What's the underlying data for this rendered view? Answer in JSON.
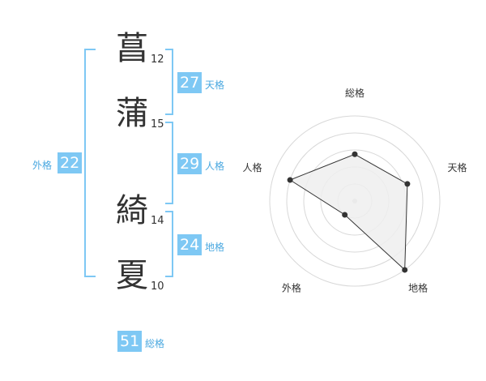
{
  "name": {
    "chars": [
      {
        "char": "菖",
        "strokes": "12"
      },
      {
        "char": "蒲",
        "strokes": "15"
      },
      {
        "char": "綺",
        "strokes": "14"
      },
      {
        "char": "夏",
        "strokes": "10"
      }
    ]
  },
  "fortunes": {
    "tenkaku": {
      "value": "27",
      "label": "天格"
    },
    "jinkaku": {
      "value": "29",
      "label": "人格"
    },
    "chikaku": {
      "value": "24",
      "label": "地格"
    },
    "gaikaku": {
      "value": "22",
      "label": "外格"
    },
    "soukaku": {
      "value": "51",
      "label": "総格"
    }
  },
  "colors": {
    "accent": "#7ec8f4",
    "label": "#4aa8e0",
    "text": "#333333"
  },
  "chart_data": {
    "type": "radar",
    "axes": [
      "総格",
      "天格",
      "地格",
      "外格",
      "人格"
    ],
    "values": [
      0.55,
      0.65,
      1.0,
      0.2,
      0.8
    ],
    "rings": 5,
    "grid": true
  }
}
